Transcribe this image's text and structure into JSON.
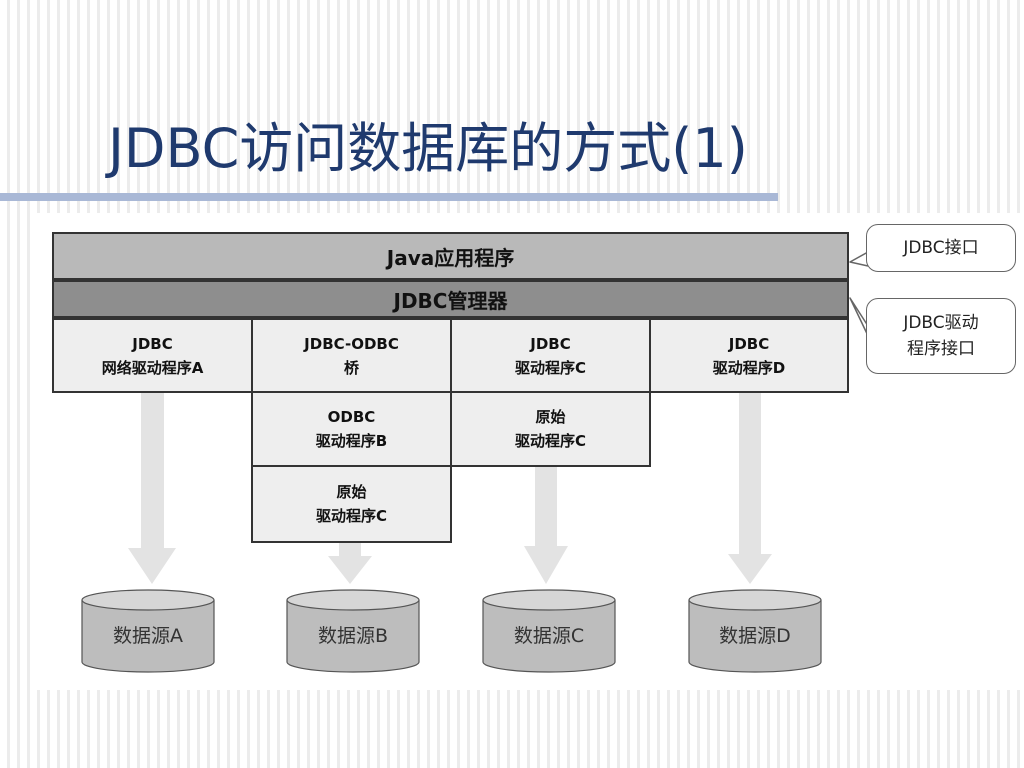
{
  "title": "JDBC访问数据库的方式(1)",
  "layers": {
    "java_app": "Java应用程序",
    "jdbc_manager": "JDBC管理器"
  },
  "drivers": [
    {
      "line1": "JDBC",
      "line2": "网络驱动程序A"
    },
    {
      "line1": "JDBC-ODBC",
      "line2": "桥"
    },
    {
      "line1": "JDBC",
      "line2": "驱动程序C"
    },
    {
      "line1": "JDBC",
      "line2": "驱动程序D"
    }
  ],
  "odbc_driver": {
    "line1": "ODBC",
    "line2": "驱动程序B"
  },
  "native_drivers": [
    {
      "line1": "原始",
      "line2": "驱动程序C"
    },
    {
      "line1": "原始",
      "line2": "驱动程序C"
    }
  ],
  "data_sources": [
    "数据源A",
    "数据源B",
    "数据源C",
    "数据源D"
  ],
  "callouts": {
    "jdbc_interface": "JDBC接口",
    "driver_interface_line1": "JDBC驱动",
    "driver_interface_line2": "程序接口"
  },
  "colors": {
    "title": "#1f3a6e",
    "rule": "#a9b8d6",
    "java_layer": "#b9b9b9",
    "manager_layer": "#8e8e8e",
    "driver_box": "#eeeeee",
    "database": "#bdbdbd",
    "arrow": "#e3e3e3"
  }
}
